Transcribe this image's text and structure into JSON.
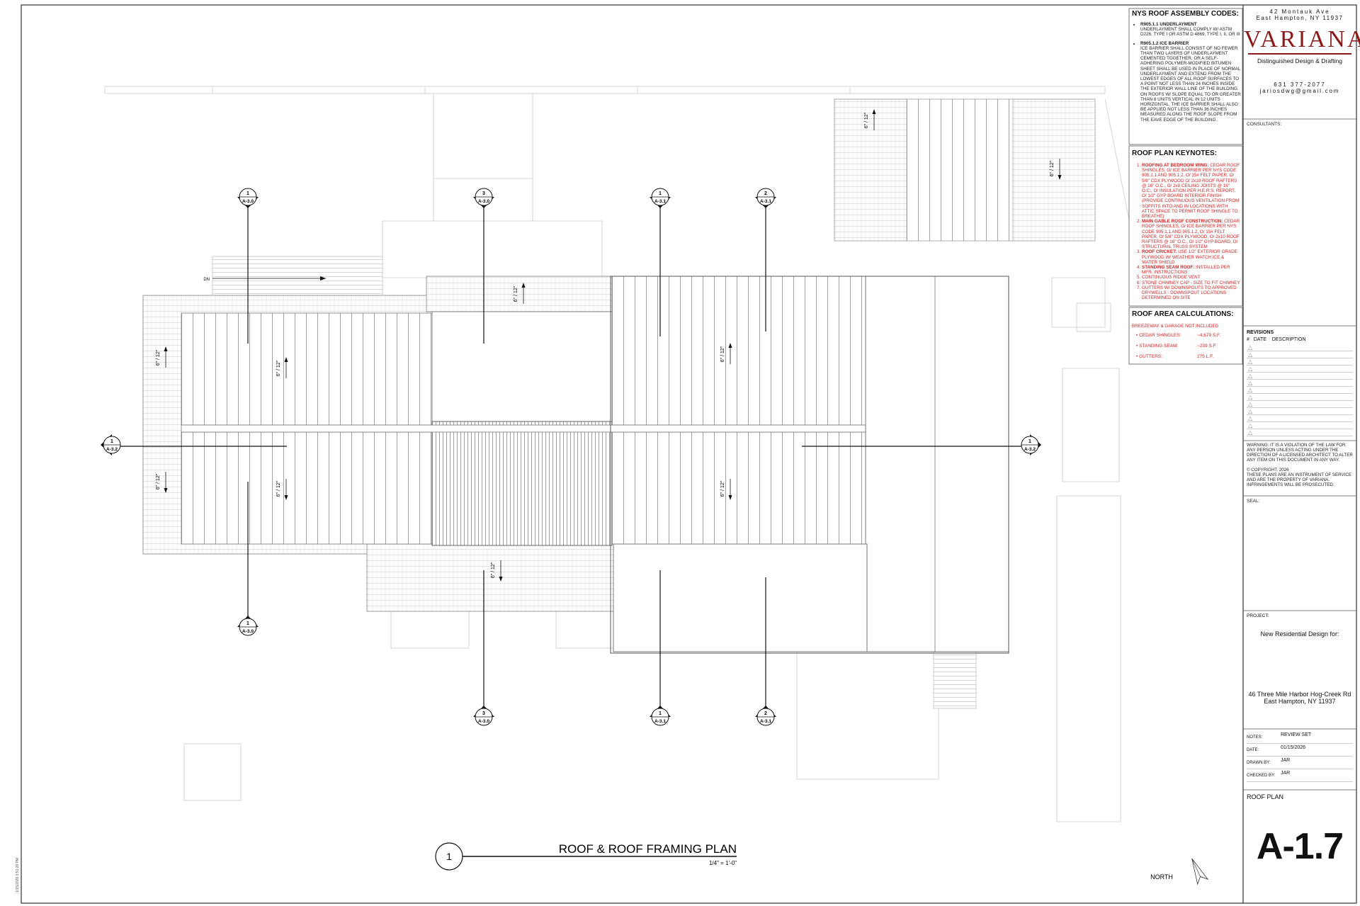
{
  "drawing": {
    "title": "ROOF & ROOF FRAMING PLAN",
    "scale": "1/4\" = 1'-0\"",
    "detail_number": "1",
    "north_label": "NORTH",
    "dn_label": "DN",
    "slope_label": "6\" / 12\"",
    "side_stamp": "1/15/2026 3:51:26 PM",
    "section_markers": [
      {
        "num": "1",
        "sheet": "A-3.0"
      },
      {
        "num": "3",
        "sheet": "A-3.0"
      },
      {
        "num": "1",
        "sheet": "A-3.1"
      },
      {
        "num": "2",
        "sheet": "A-3.1"
      },
      {
        "num": "1",
        "sheet": "A-3.2"
      },
      {
        "num": "1",
        "sheet": "A-3.2"
      },
      {
        "num": "1",
        "sheet": "A-3.0"
      },
      {
        "num": "3",
        "sheet": "A-3.0"
      },
      {
        "num": "1",
        "sheet": "A-3.1"
      },
      {
        "num": "2",
        "sheet": "A-3.1"
      }
    ]
  },
  "codes": {
    "title": "NYS ROOF ASSEMBLY CODES:",
    "items": [
      {
        "head": "R905.1.1 UNDERLAYMENT",
        "body": "UNDERLAYMENT SHALL COMPLY W/ ASTM D226, TYPE I OR ASTM D 4869, TYPE I, II, OR III"
      },
      {
        "head": "R905.1.2 ICE BARRIER",
        "body": "ICE BARRIER SHALL CONSIST OF NO FEWER THAN TWO LAYERS OF UNDERLAYMENT CEMENTED TOGETHER, OR A SELF-ADHERING POLYMER-MODIFIED BITUMEN SHEET SHALL BE USED IN PLACE OF NORMAL UNDERLAYMENT AND EXTEND FROM THE LOWEST EDGES OF ALL ROOF SURFACES TO A POINT NOT LESS THAN 24 INCHES INSIDE THE EXTERIOR WALL LINE OF THE BUILDING. ON ROOFS W/ SLOPE EQUAL TO OR GREATER THAN 8 UNITS VERTICAL IN 12 UNITS HORIZONTAL, THE ICE BARRIER SHALL ALSO BE APPLIED NOT LESS THAN 36 INCHES MEASURED ALONG THE ROOF SLOPE FROM THE EAVE EDGE OF THE BUILDING."
      }
    ]
  },
  "keynotes": {
    "title": "ROOF PLAN KEYNOTES:",
    "items": [
      "ROOFING AT BEDROOM WING: CEDAR ROOF SHINGLES, O/ ICE BARRIER PER NYS CODE 905.1.1 AND 905.1.2, O/ 15# FELT PAPER, O/ 5/8\" CDX PLYWOOD O/ 2x10 ROOF RAFTERS @ 16\" O.C., O/ 2x8 CEILING JOISTS @ 16\" O.C., O/ INSULATION PER H.E.R.S. REPORT, O/ 1/2\" GYP BOARD INTERIOR FINISH (PROVIDE CONTINUOUS VENTILATION FROM SOFFITS INTO AND IN LOCATIONS WITH ATTIC SPACE TO PERMIT ROOF SHINGLE TO BREATHE)",
      "MAIN GABLE ROOF CONSTRUCTION: CEDAR ROOF SHINGLES, O/ ICE BARRIER PER NYS CODE 905.1.1 AND 905.1.2, O/ 15# FELT PAPER, O/ 5/8\" CDX PLYWOOD, O/ 2x10 ROOF RAFTERS @ 16\" O.C., O/ 1/2\" GYP BOARD, O/ STRUCTURAL TRUSS SYSTEM",
      "ROOF CRICKET: USE 1/2\" EXTERIOR GRADE PLYWOOD W/ WEATHER WATCH ICE & WATER SHIELD",
      "STANDING SEAM ROOF: INSTALLED PER MFR. INSTRUCTIONS",
      "CONTINUOUS RIDGE VENT",
      "STONE CHIMNEY CAP - SIZE TO FIT CHIMNEY",
      "GUTTERS W/ DOWNSPOUTS TO APPROVED DRYWELLS - DOWNSPOUT LOCATIONS DETERMINED ON SITE"
    ]
  },
  "area": {
    "title": "ROOF AREA CALCULATIONS:",
    "note": "BREEZEWAY & GARAGE NOT INCLUDED",
    "rows": [
      {
        "label": "CEDAR SHINGLES:",
        "value": "~4,679 S.F."
      },
      {
        "label": "STANDING SEAM:",
        "value": "~239 S.F."
      },
      {
        "label": "GUTTERS:",
        "value": "275 L.F."
      }
    ]
  },
  "firm": {
    "address1": "42 Montauk Ave",
    "address2": "East Hampton, NY 11937",
    "name": "VARIANA",
    "tagline": "Distinguished Design & Drafting",
    "phone": "631 377-2077",
    "email": "jariosdwg@gmail.com",
    "brand_color": "#8b1a1a"
  },
  "titleblock": {
    "consultants": "CONSULTANTS:",
    "revisions": "REVISIONS",
    "rev_num": "#",
    "rev_date": "DATE",
    "rev_desc": "DESCRIPTION",
    "warning": "WARNING: IT IS A VIOLATION OF THE LAW FOR ANY PERSON UNLESS ACTING UNDER THE DIRECTION OF A LICENSED ARCHITECT TO ALTER ANY ITEM ON THIS DOCUMENT IN ANY WAY.",
    "copyright": "© COPYRIGHT: 2026",
    "copyright_body": "THESE PLANS ARE AN INSTRUMENT OF SERVICE AND ARE THE PROPERTY OF VARIANA. INFRINGEMENTS WILL BE PROSECUTED.",
    "seal": "SEAL:",
    "project_label": "PROJECT:",
    "project_name": "New Residential Design for:",
    "project_address1": "46 Three Mile Harbor Hog-Creek Rd",
    "project_address2": "East Hampton, NY 11937",
    "notes_label": "NOTES:",
    "notes_value": "REVIEW SET",
    "date_label": "DATE:",
    "date_value": "01/15/2026",
    "drawn_label": "DRAWN BY:",
    "drawn_value": "JAR",
    "checked_label": "CHECKED BY:",
    "checked_value": "JAR",
    "sheet_title": "ROOF PLAN",
    "sheet_number": "A-1.7"
  }
}
